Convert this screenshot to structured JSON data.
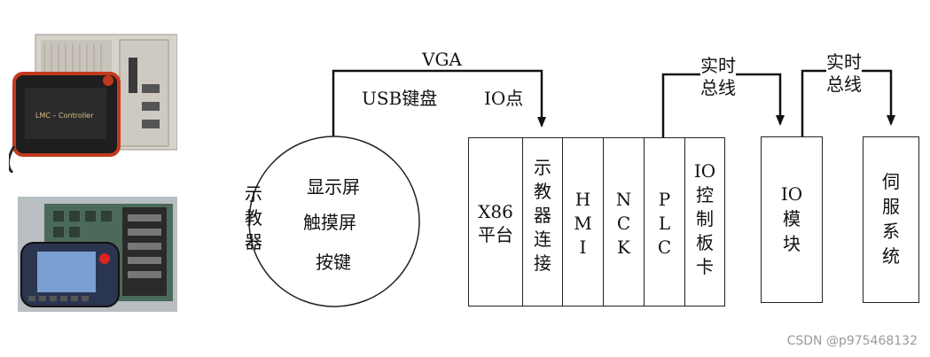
{
  "connections": {
    "vga": "VGA",
    "usb_keyboard": "USB键盘",
    "io_point": "IO点",
    "realtime_bus_1": "实时\n总线",
    "realtime_bus_2": "实时\n总线"
  },
  "teach_pendant": {
    "side_label": "示\n教\n器",
    "inner_lines": [
      "显示屏",
      "触摸屏",
      "按键"
    ]
  },
  "controller_modules": [
    {
      "label": "X86\n平台"
    },
    {
      "label": "示\n教\n器\n连\n接"
    },
    {
      "label": "H\nM\nI"
    },
    {
      "label": "N\nC\nK"
    },
    {
      "label": "P\nL\nC"
    },
    {
      "label": "IO\n控\n制\n板\n卡"
    }
  ],
  "io_module": {
    "label": "IO\n模\n块"
  },
  "servo": {
    "label": "伺\n服\n系\n统"
  },
  "photo_label": "LMC – Controller",
  "watermark": "CSDN @p975468132"
}
